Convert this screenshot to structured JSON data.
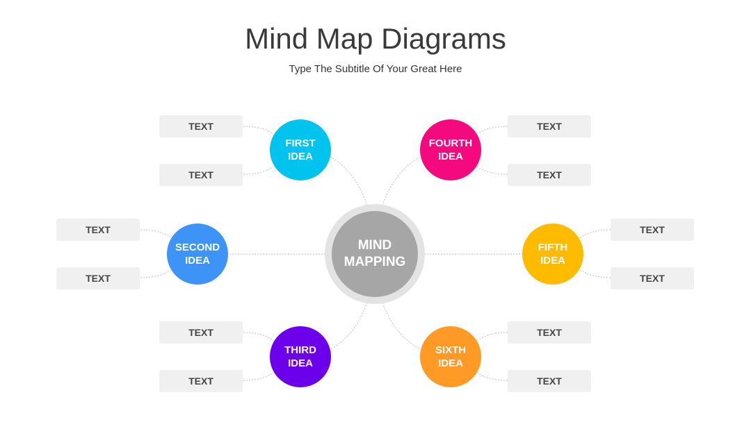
{
  "title": "Mind Map Diagrams",
  "subtitle": "Type The Subtitle Of Your Great Here",
  "center": {
    "line1": "MIND",
    "line2": "MAPPING",
    "color": "#a6a6a6",
    "ring_color": "#e3e3e3"
  },
  "ideas": [
    {
      "line1": "FIRST",
      "line2": "IDEA",
      "color": "#00c4ee",
      "items": [
        "TEXT",
        "TEXT"
      ]
    },
    {
      "line1": "SECOND",
      "line2": "IDEA",
      "color": "#3d94f6",
      "items": [
        "TEXT",
        "TEXT"
      ]
    },
    {
      "line1": "THIRD",
      "line2": "IDEA",
      "color": "#6c00ea",
      "items": [
        "TEXT",
        "TEXT"
      ]
    },
    {
      "line1": "FOURTH",
      "line2": "IDEA",
      "color": "#f5097e",
      "items": [
        "TEXT",
        "TEXT"
      ]
    },
    {
      "line1": "FIFTH",
      "line2": "IDEA",
      "color": "#ffbb00",
      "items": [
        "TEXT",
        "TEXT"
      ]
    },
    {
      "line1": "SIXTH",
      "line2": "IDEA",
      "color": "#ff9a26",
      "items": [
        "TEXT",
        "TEXT"
      ]
    }
  ]
}
